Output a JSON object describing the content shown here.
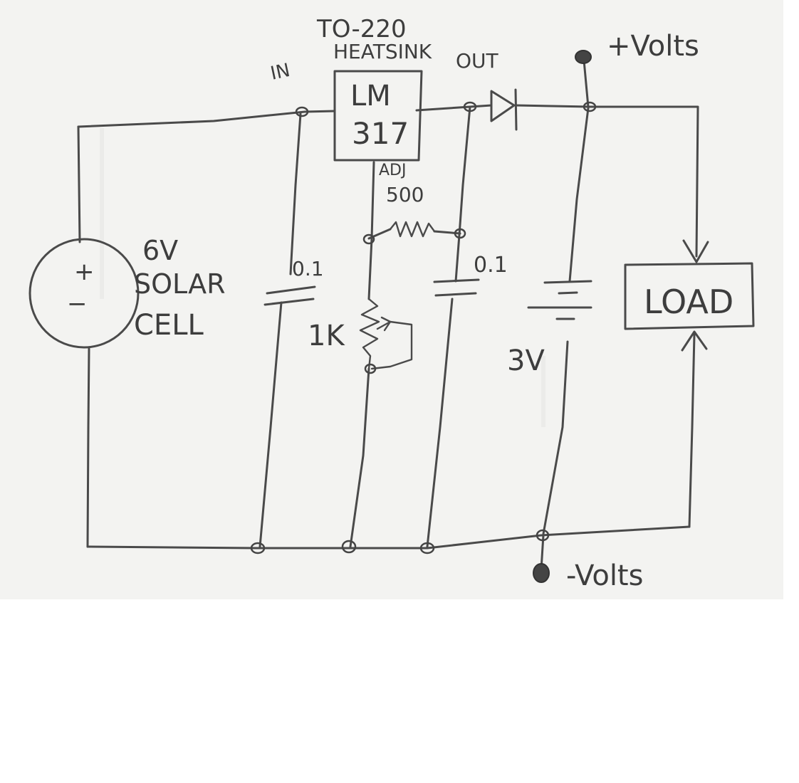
{
  "labels": {
    "package": "TO-220",
    "heatsink": "HEATSINK",
    "in": "IN",
    "out": "OUT",
    "plus_volts": "+Volts",
    "minus_volts": "-Volts",
    "regulator_line1": "LM",
    "regulator_line2": "317",
    "adj": "ADJ",
    "r_fixed": "500",
    "cap_in": "0.1",
    "cap_out": "0.1",
    "source_line1": "6V",
    "source_line2": "SOLAR",
    "source_line3": "CELL",
    "pot": "1K",
    "battery": "3V",
    "load": "LOAD",
    "plus_sign": "+",
    "minus_sign": "−"
  },
  "colors": {
    "ink": "#4a4a4a",
    "paper": "#f3f3f1",
    "background": "#ffffff"
  }
}
